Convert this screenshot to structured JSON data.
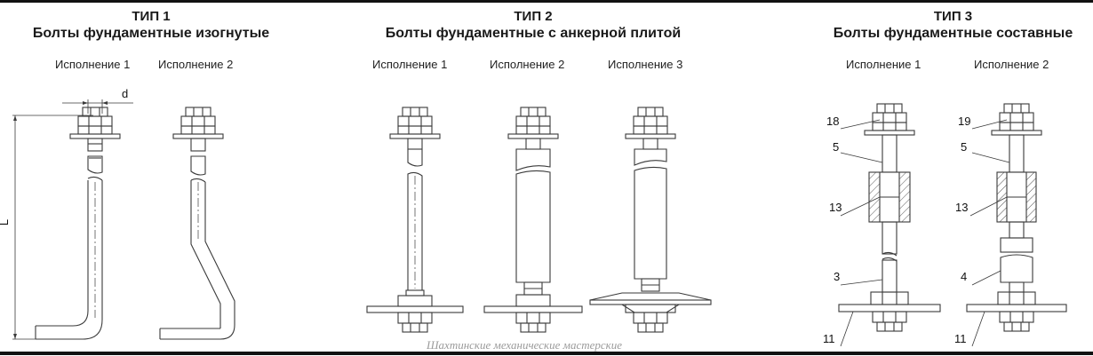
{
  "types": [
    {
      "title": "ТИП 1",
      "subtitle": "Болты фундаментные изогнутые",
      "variants": [
        "Исполнение 1",
        "Исполнение 2"
      ]
    },
    {
      "title": "ТИП 2",
      "subtitle": "Болты фундаментные с анкерной плитой",
      "variants": [
        "Исполнение 1",
        "Исполнение 2",
        "Исполнение 3"
      ]
    },
    {
      "title": "ТИП 3",
      "subtitle": "Болты фундаментные составные",
      "variants": [
        "Исполнение 1",
        "Исполнение 2"
      ]
    }
  ],
  "dimensions": {
    "d": "d",
    "L": "L"
  },
  "callouts": {
    "left": [
      "18",
      "5",
      "13",
      "3",
      "11"
    ],
    "right": [
      "19",
      "5",
      "13",
      "4",
      "11"
    ]
  },
  "watermark": "Шахтинские механические мастерские"
}
